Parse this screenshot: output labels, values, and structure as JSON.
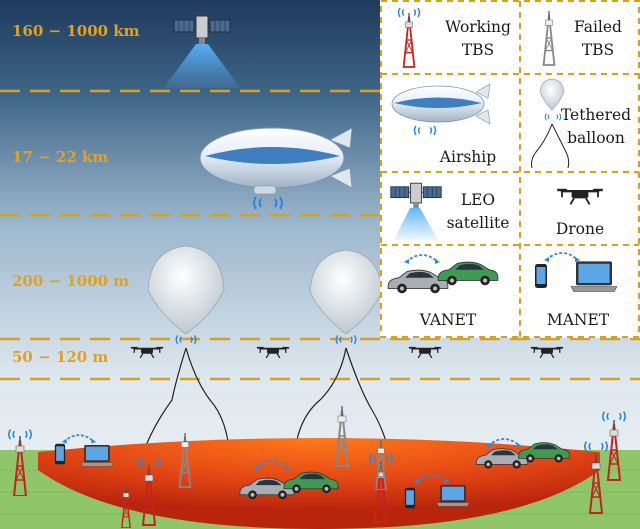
{
  "altitude_bands": [
    {
      "label": "160 − 1000 km"
    },
    {
      "label": "17 − 22 km"
    },
    {
      "label": "200 − 1000 m"
    },
    {
      "label": "50 − 120 m"
    }
  ],
  "legend": {
    "working_tbs": [
      "Working",
      "TBS"
    ],
    "failed_tbs": [
      "Failed",
      "TBS"
    ],
    "airship": "Airship",
    "tethered_balloon": [
      "Tethered",
      "balloon"
    ],
    "leo_satellite": [
      "LEO",
      "satellite"
    ],
    "drone": "Drone",
    "vanet": "VANET",
    "manet": "MANET"
  },
  "colors": {
    "sky_top": "#1f3a5c",
    "sky_bottom": "#e6eef5",
    "dash": "#d6a21c",
    "label": "#e0a21f",
    "ground": "#8fc66a",
    "coverage": "#d9380f",
    "tower": "#c4231f",
    "car_silver": "#a8aeb4",
    "car_green": "#3f9b52"
  }
}
